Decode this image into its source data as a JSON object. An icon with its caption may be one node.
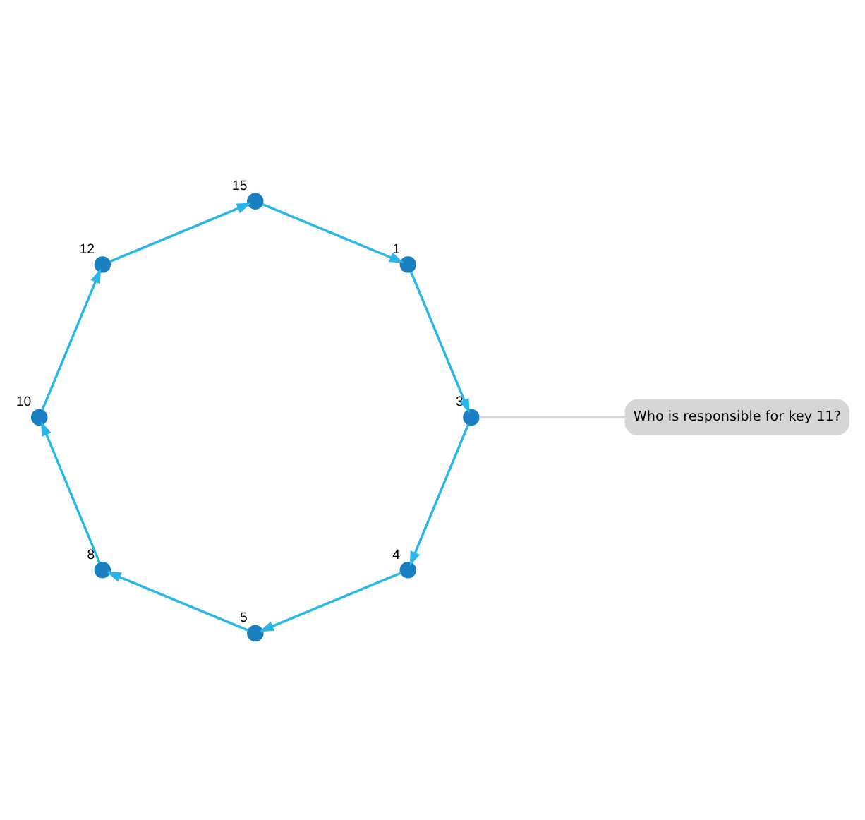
{
  "diagram": {
    "nodes": [
      {
        "text": [],
        "shape": "circle",
        "beside": [
          "1"
        ]
      },
      {
        "text": [],
        "shape": "circle",
        "beside": [
          "3"
        ]
      },
      {
        "text": [],
        "shape": "circle",
        "beside": [
          "4"
        ]
      },
      {
        "text": [],
        "shape": "circle",
        "beside": [
          "5"
        ]
      },
      {
        "text": [],
        "shape": "circle",
        "beside": [
          "8"
        ]
      },
      {
        "text": [],
        "shape": "circle",
        "beside": [
          "10"
        ]
      },
      {
        "text": [],
        "shape": "circle",
        "beside": [
          "12"
        ]
      },
      {
        "text": [],
        "shape": "circle",
        "beside": [
          "15"
        ]
      },
      {
        "text": [
          "Who is responsible for key 11?"
        ]
      }
    ],
    "edges": [
      {
        "from": 0,
        "to": 1,
        "arrow": "to"
      },
      {
        "from": 1,
        "to": 2,
        "arrow": "to"
      },
      {
        "from": 2,
        "to": 3,
        "arrow": "to"
      },
      {
        "from": 3,
        "to": 4,
        "arrow": "to"
      },
      {
        "from": 4,
        "to": 5,
        "arrow": "to"
      },
      {
        "from": 5,
        "to": 6,
        "arrow": "to"
      },
      {
        "from": 6,
        "to": 7,
        "arrow": "to"
      },
      {
        "from": 7,
        "to": 0,
        "arrow": "to"
      },
      {
        "from": 8,
        "to": 1,
        "arrow": "none",
        "color": "#d6d6d6"
      }
    ]
  }
}
